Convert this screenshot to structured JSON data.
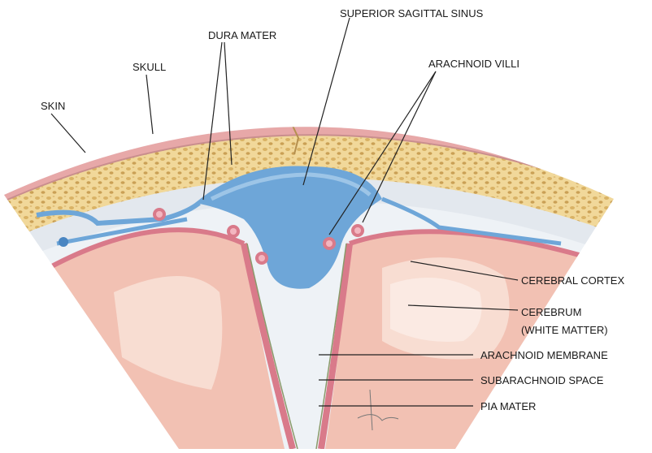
{
  "labels": {
    "superior_sagittal_sinus": "SUPERIOR SAGITTAL SINUS",
    "dura_mater": "DURA MATER",
    "skull": "SKULL",
    "skin": "SKIN",
    "arachnoid_villi": "ARACHNOID VILLI",
    "cerebral_cortex": "CEREBRAL CORTEX",
    "cerebrum_line1": "CEREBRUM",
    "cerebrum_line2": "(WHITE MATTER)",
    "arachnoid_membrane": "ARACHNOID MEMBRANE",
    "subarachnoid_space": "SUBARACHNOID SPACE",
    "pia_mater": "PIA MATER"
  },
  "colors": {
    "skin": "#e7a8a8",
    "skull": "#f1d89a",
    "bone_pores": "#d8b46a",
    "dura": "#e3e8ee",
    "sinus": "#6ea6d8",
    "sinus_light": "#a9cdeb",
    "cortex": "#f2c1b3",
    "white_matter": "#f8ddd2",
    "pia": "#d97a8a",
    "subarachnoid": "#eef2f6",
    "leader_line": "#222222"
  }
}
